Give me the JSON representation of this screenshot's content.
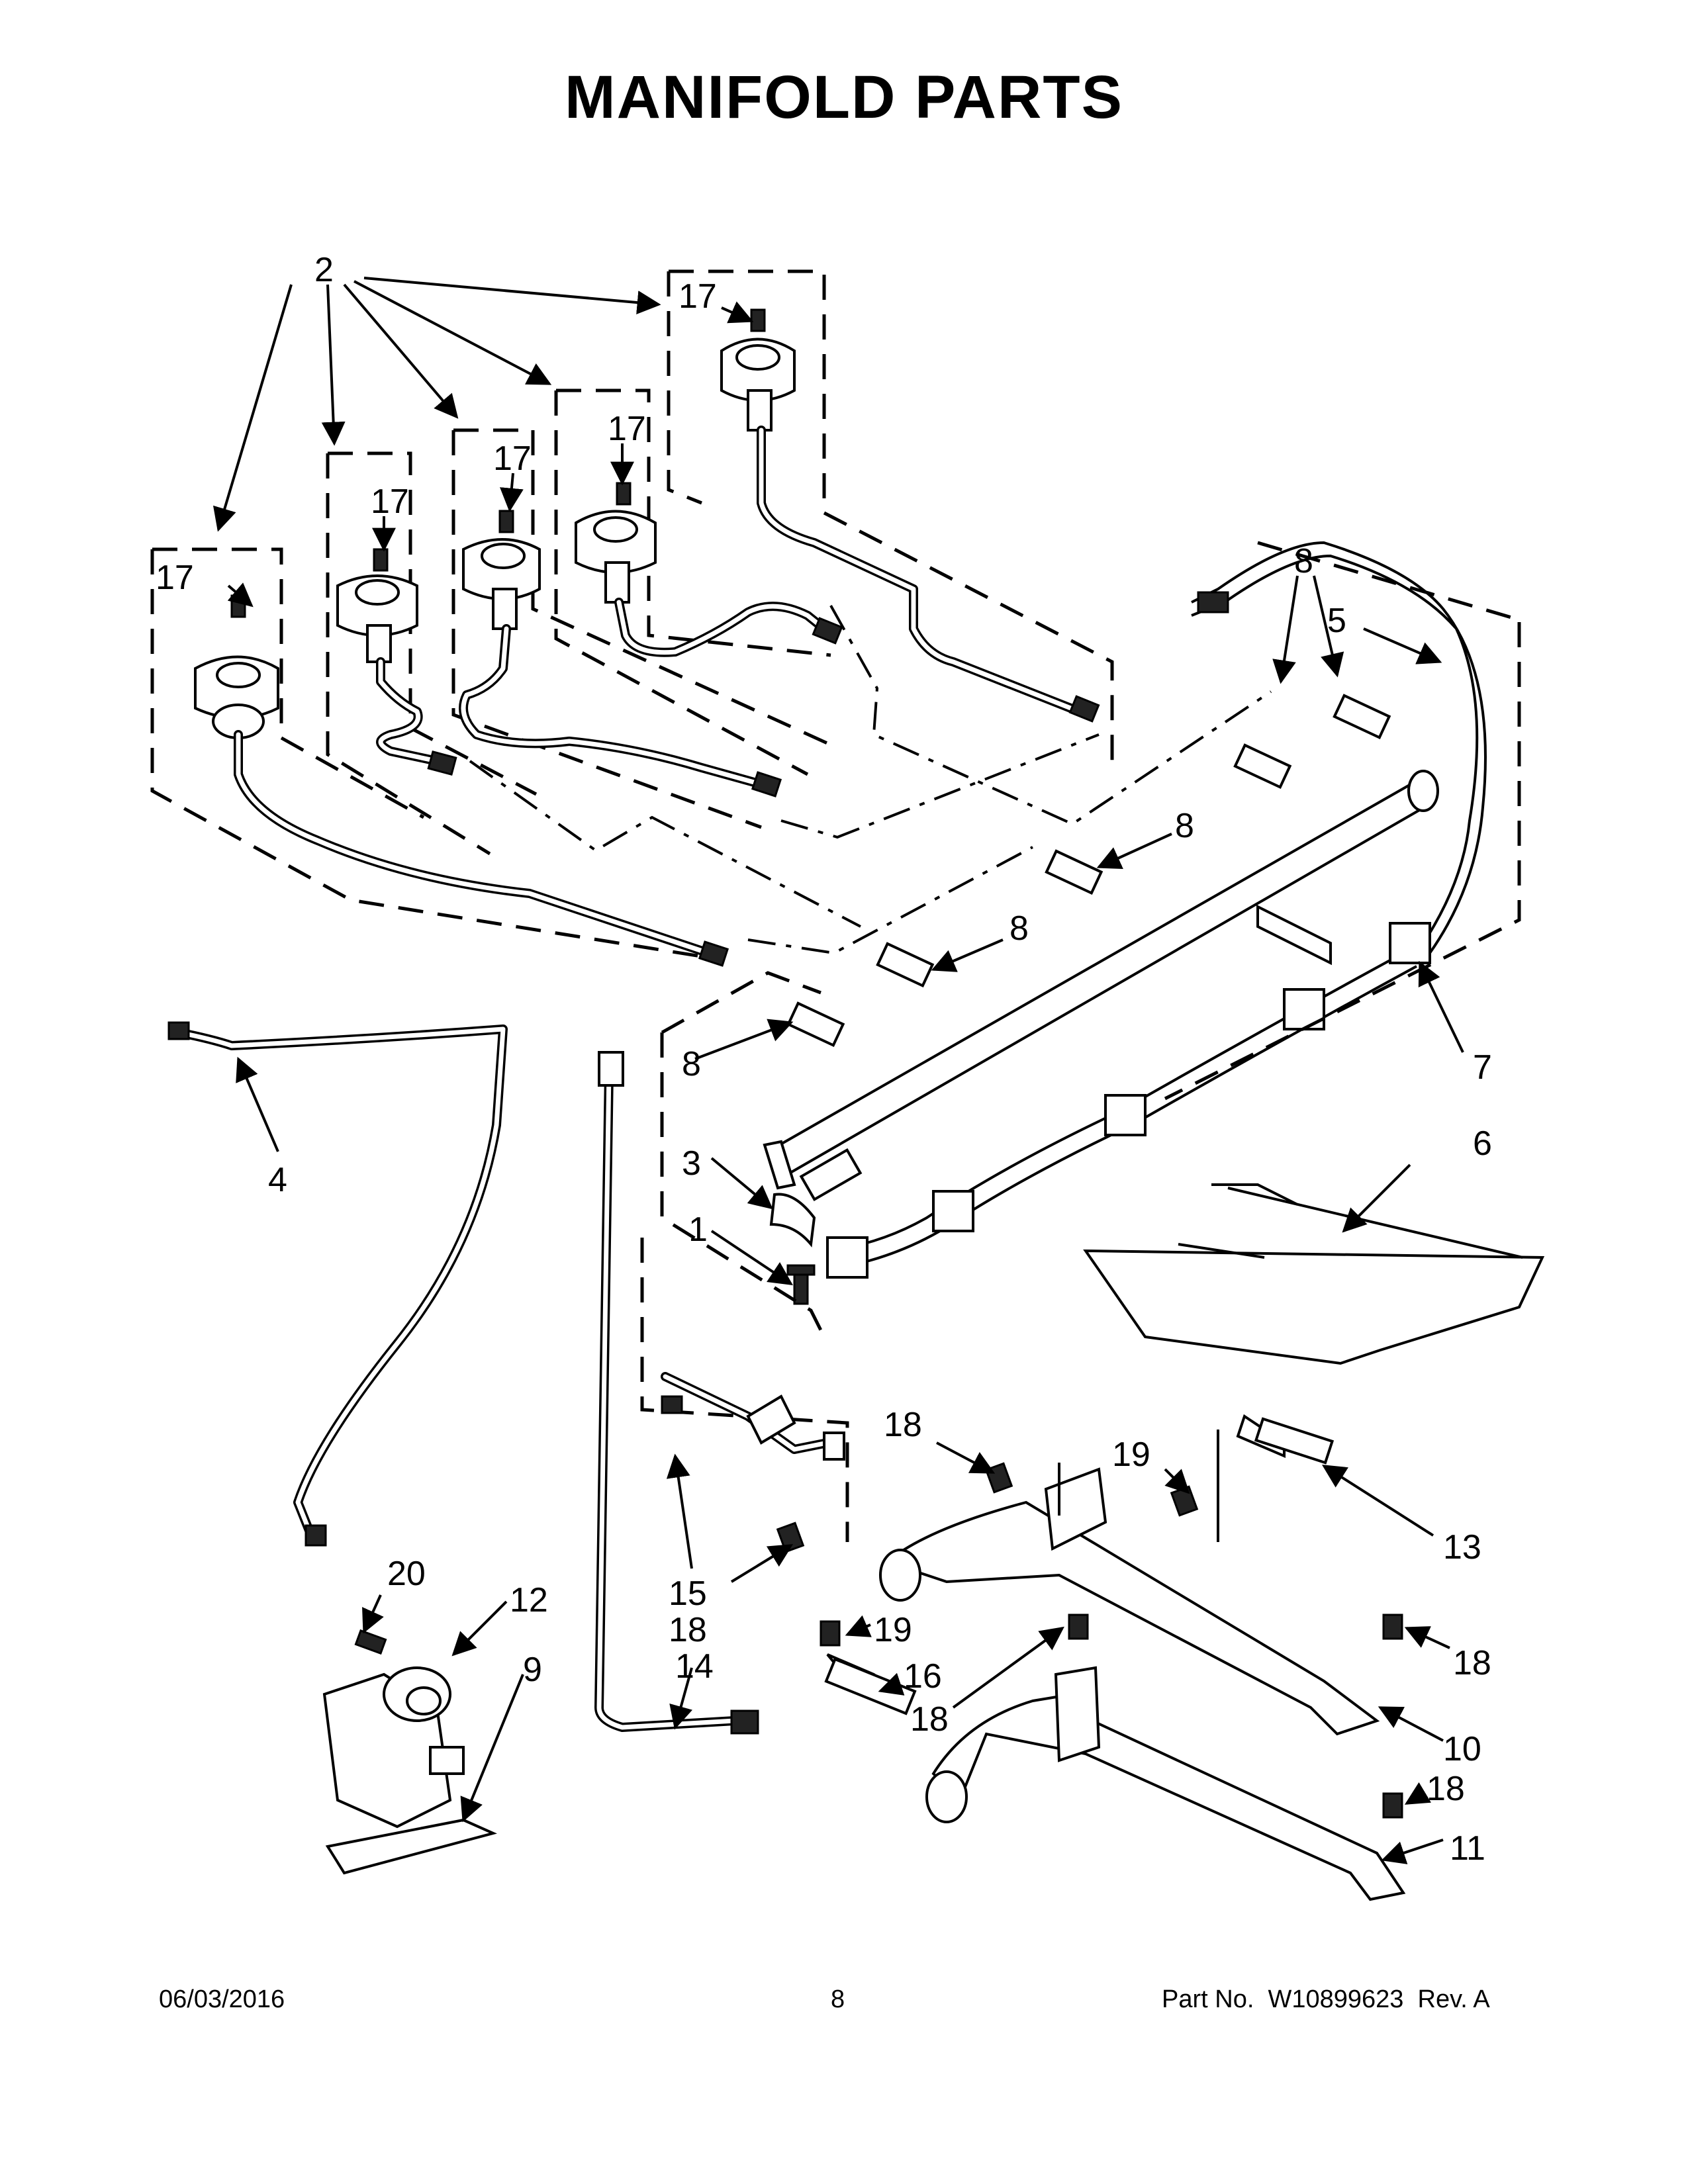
{
  "page": {
    "title": "MANIFOLD PARTS",
    "footer": {
      "date": "06/03/2016",
      "page_number": "8",
      "part_number": "Part No.  W10899623  Rev. A"
    }
  },
  "callouts": {
    "c1": "1",
    "c2": "2",
    "c3": "3",
    "c4": "4",
    "c5": "5",
    "c6": "6",
    "c7": "7",
    "c8": "8",
    "c9": "9",
    "c10": "10",
    "c11": "11",
    "c12": "12",
    "c13": "13",
    "c14": "14",
    "c15": "15",
    "c16": "16",
    "c17": "17",
    "c18": "18",
    "c19": "19",
    "c20": "20"
  }
}
